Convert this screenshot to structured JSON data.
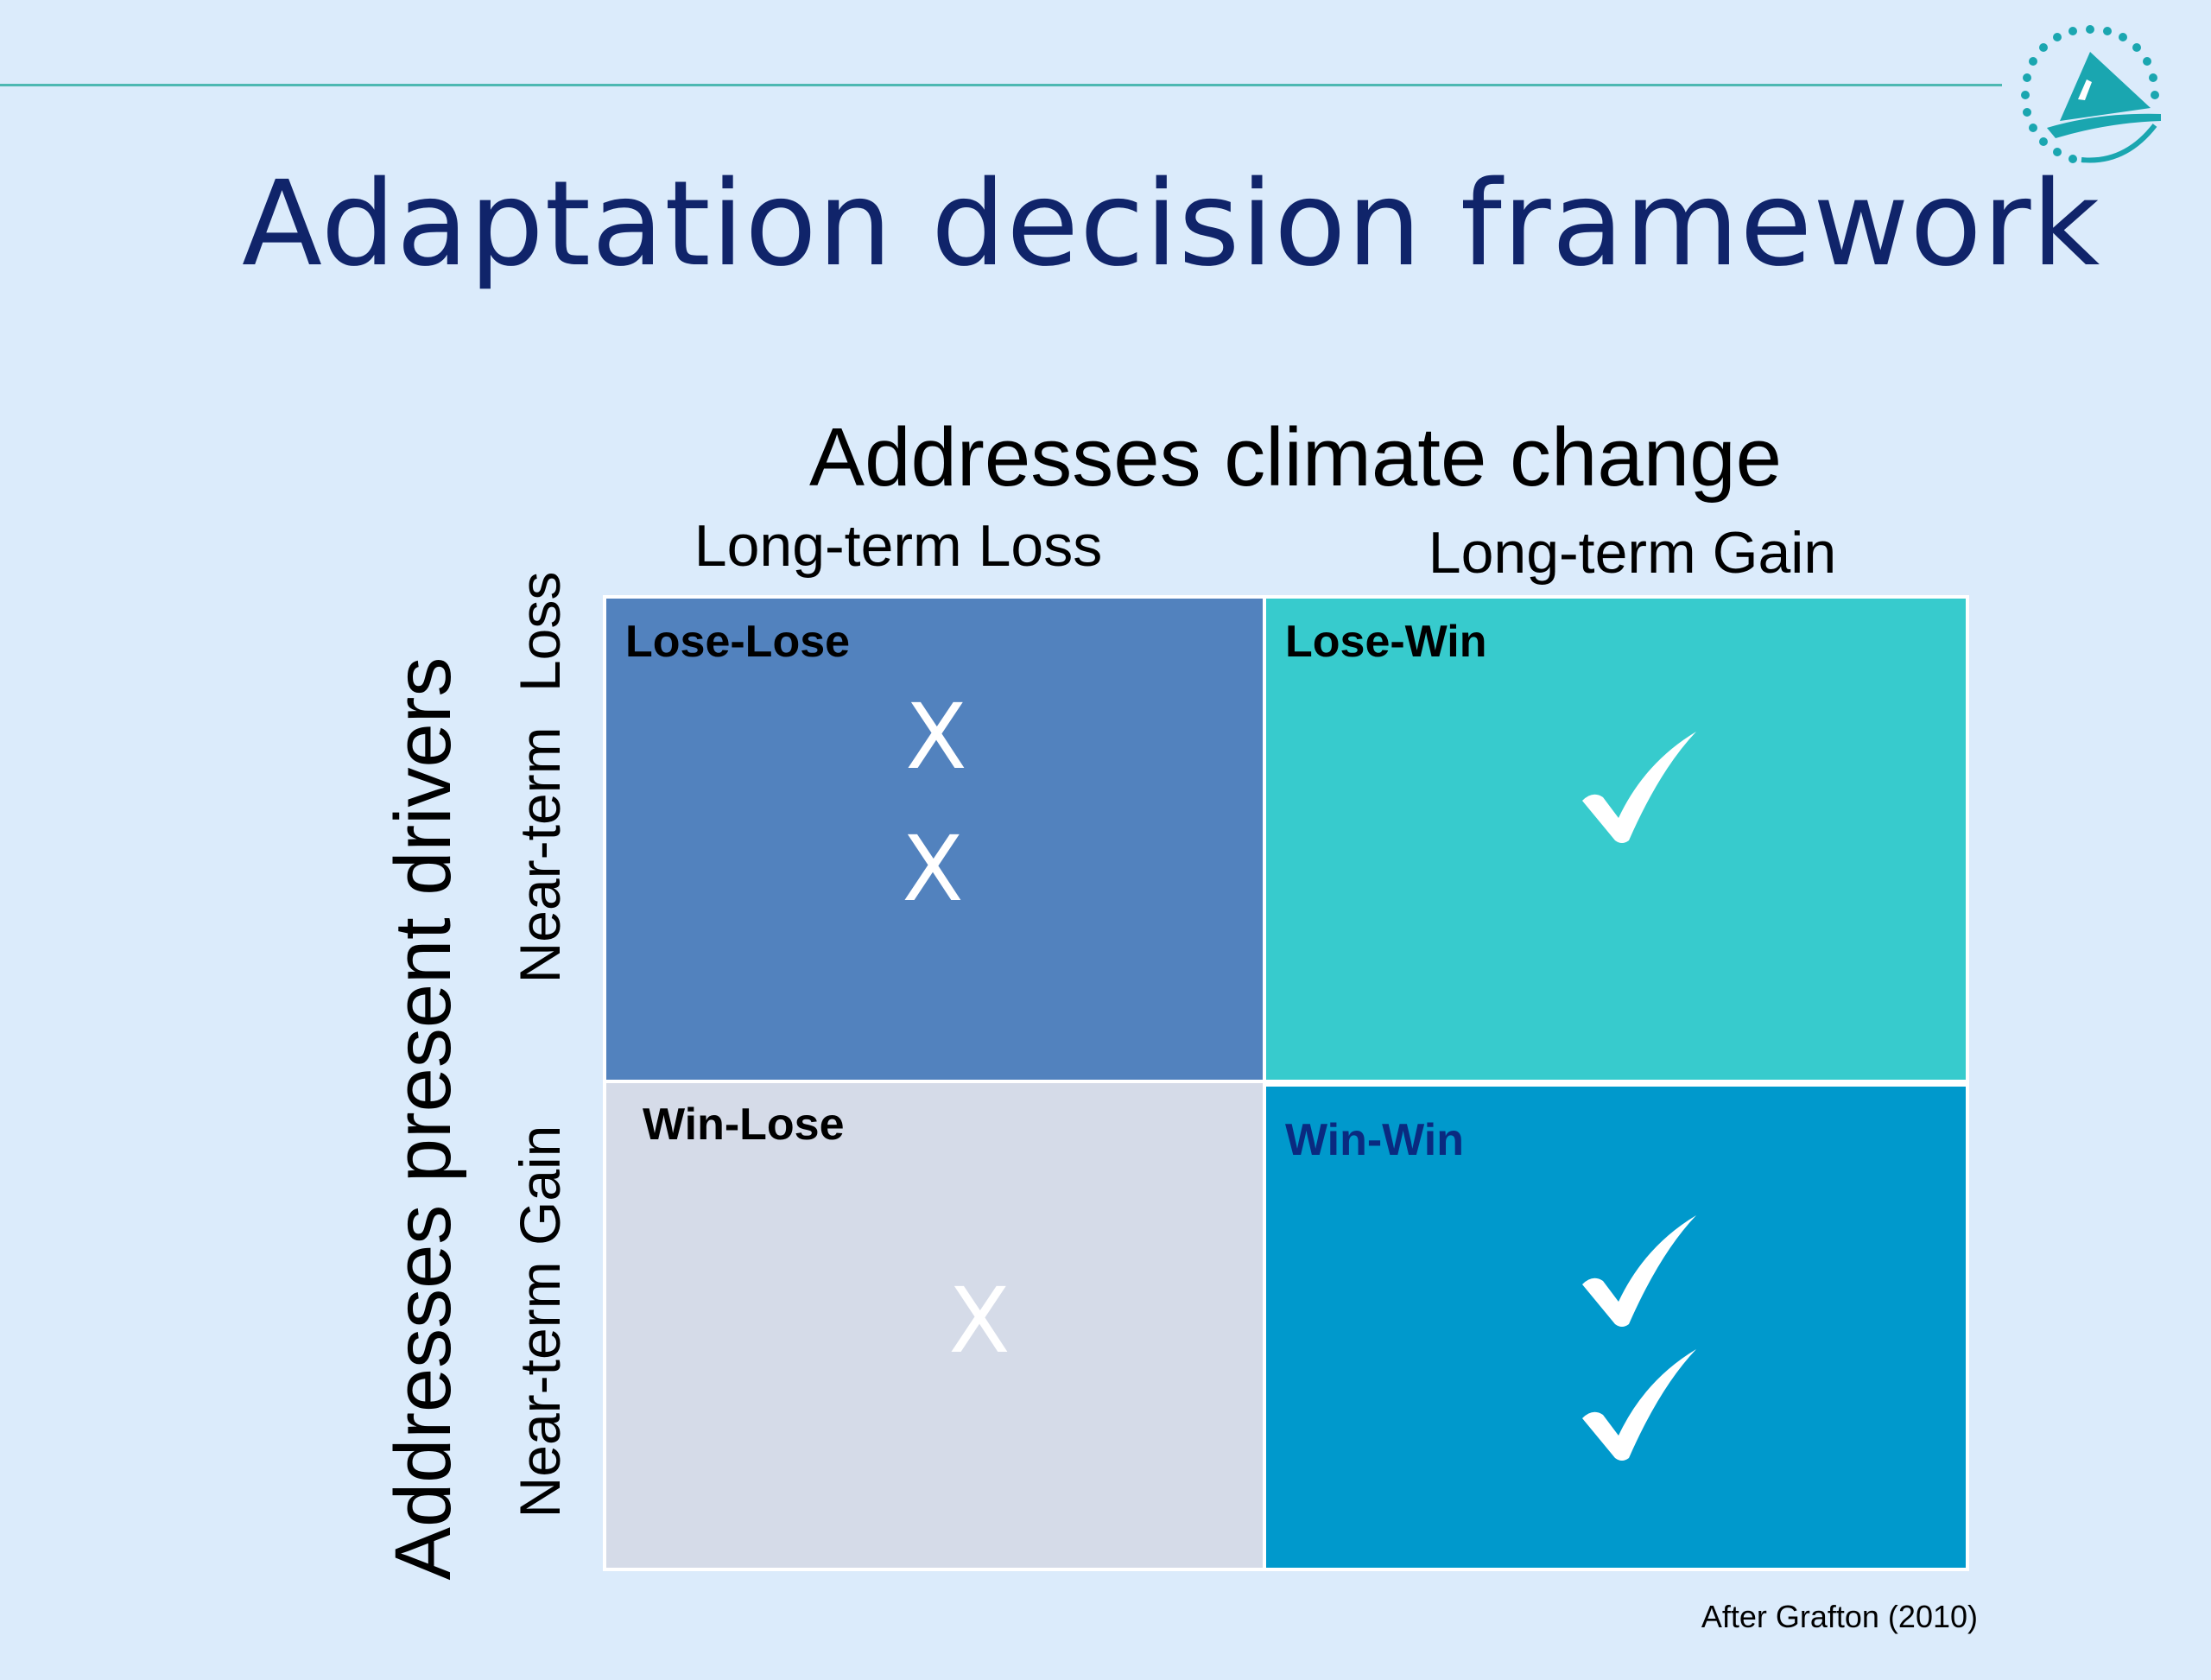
{
  "slide": {
    "title": "Adaptation decision framework",
    "source": "After Grafton (2010)"
  },
  "axes": {
    "top_title": "Addresses climate change",
    "left_title": "Addresses present drivers",
    "columns": [
      "Long-term Loss",
      "Long-term Gain"
    ],
    "rows": [
      "Near-term Loss",
      "Near-term Gain"
    ]
  },
  "matrix": {
    "cells": [
      {
        "label": "Lose-Lose",
        "mark": "X",
        "mark_count": 2,
        "color": "#5282be"
      },
      {
        "label": "Lose-Win",
        "mark": "check",
        "mark_count": 1,
        "color": "#37cbcd"
      },
      {
        "label": "Win-Lose",
        "mark": "X",
        "mark_count": 1,
        "color": "#d5dbe8"
      },
      {
        "label": "Win-Win",
        "mark": "check",
        "mark_count": 2,
        "color": "#0099cc"
      }
    ],
    "mark_symbols": {
      "x": "X",
      "check": "check-icon"
    }
  },
  "colors": {
    "background": "#dbebfb",
    "title": "#10246a",
    "rule": "#4db8b2",
    "logo": "#1aa6b0"
  }
}
